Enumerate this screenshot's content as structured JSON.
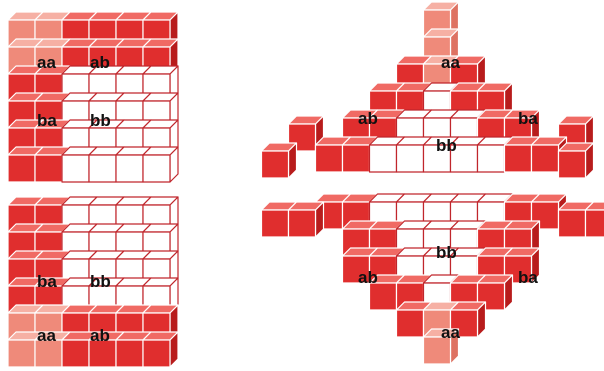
{
  "labels": {
    "aa": "aa",
    "ab": "ab",
    "ba": "ba",
    "bb": "bb"
  },
  "colors": {
    "red_front": "#e02e2e",
    "red_top": "#f06a64",
    "red_side": "#b81c1c",
    "pink_front": "#ef8a7a",
    "pink_top": "#f6b0a4",
    "pink_side": "#de7262",
    "white_front": "#ffffff",
    "white_top": "#ffffff",
    "white_side": "#ffffff",
    "edge_red": "#ffffff",
    "edge_white": "#c0262c"
  }
}
